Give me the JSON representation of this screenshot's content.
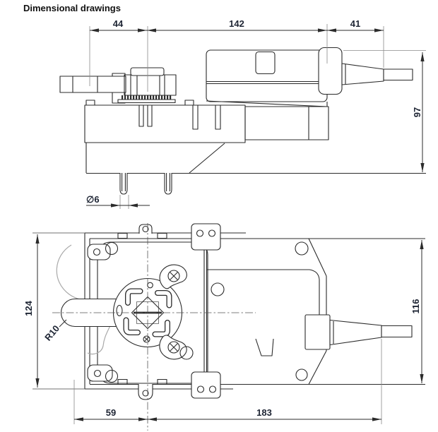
{
  "title": "Dimensional drawings",
  "colors": {
    "line": "#2b2b2b",
    "dimension_text": "#1d2433",
    "light_gray": "#a9a9a9",
    "background": "#ffffff"
  },
  "views": {
    "side": {
      "name": "side-view",
      "dims": {
        "arm_to_shaft": "44",
        "shaft_to_gland": "142",
        "gland_length": "41",
        "height": "97",
        "pin_diameter": "∅6"
      }
    },
    "top": {
      "name": "top-view",
      "dims": {
        "overall_width": "124",
        "end_radius": "R10",
        "body_width": "116",
        "edge_to_shaft": "59",
        "shaft_to_cable": "183"
      }
    }
  }
}
